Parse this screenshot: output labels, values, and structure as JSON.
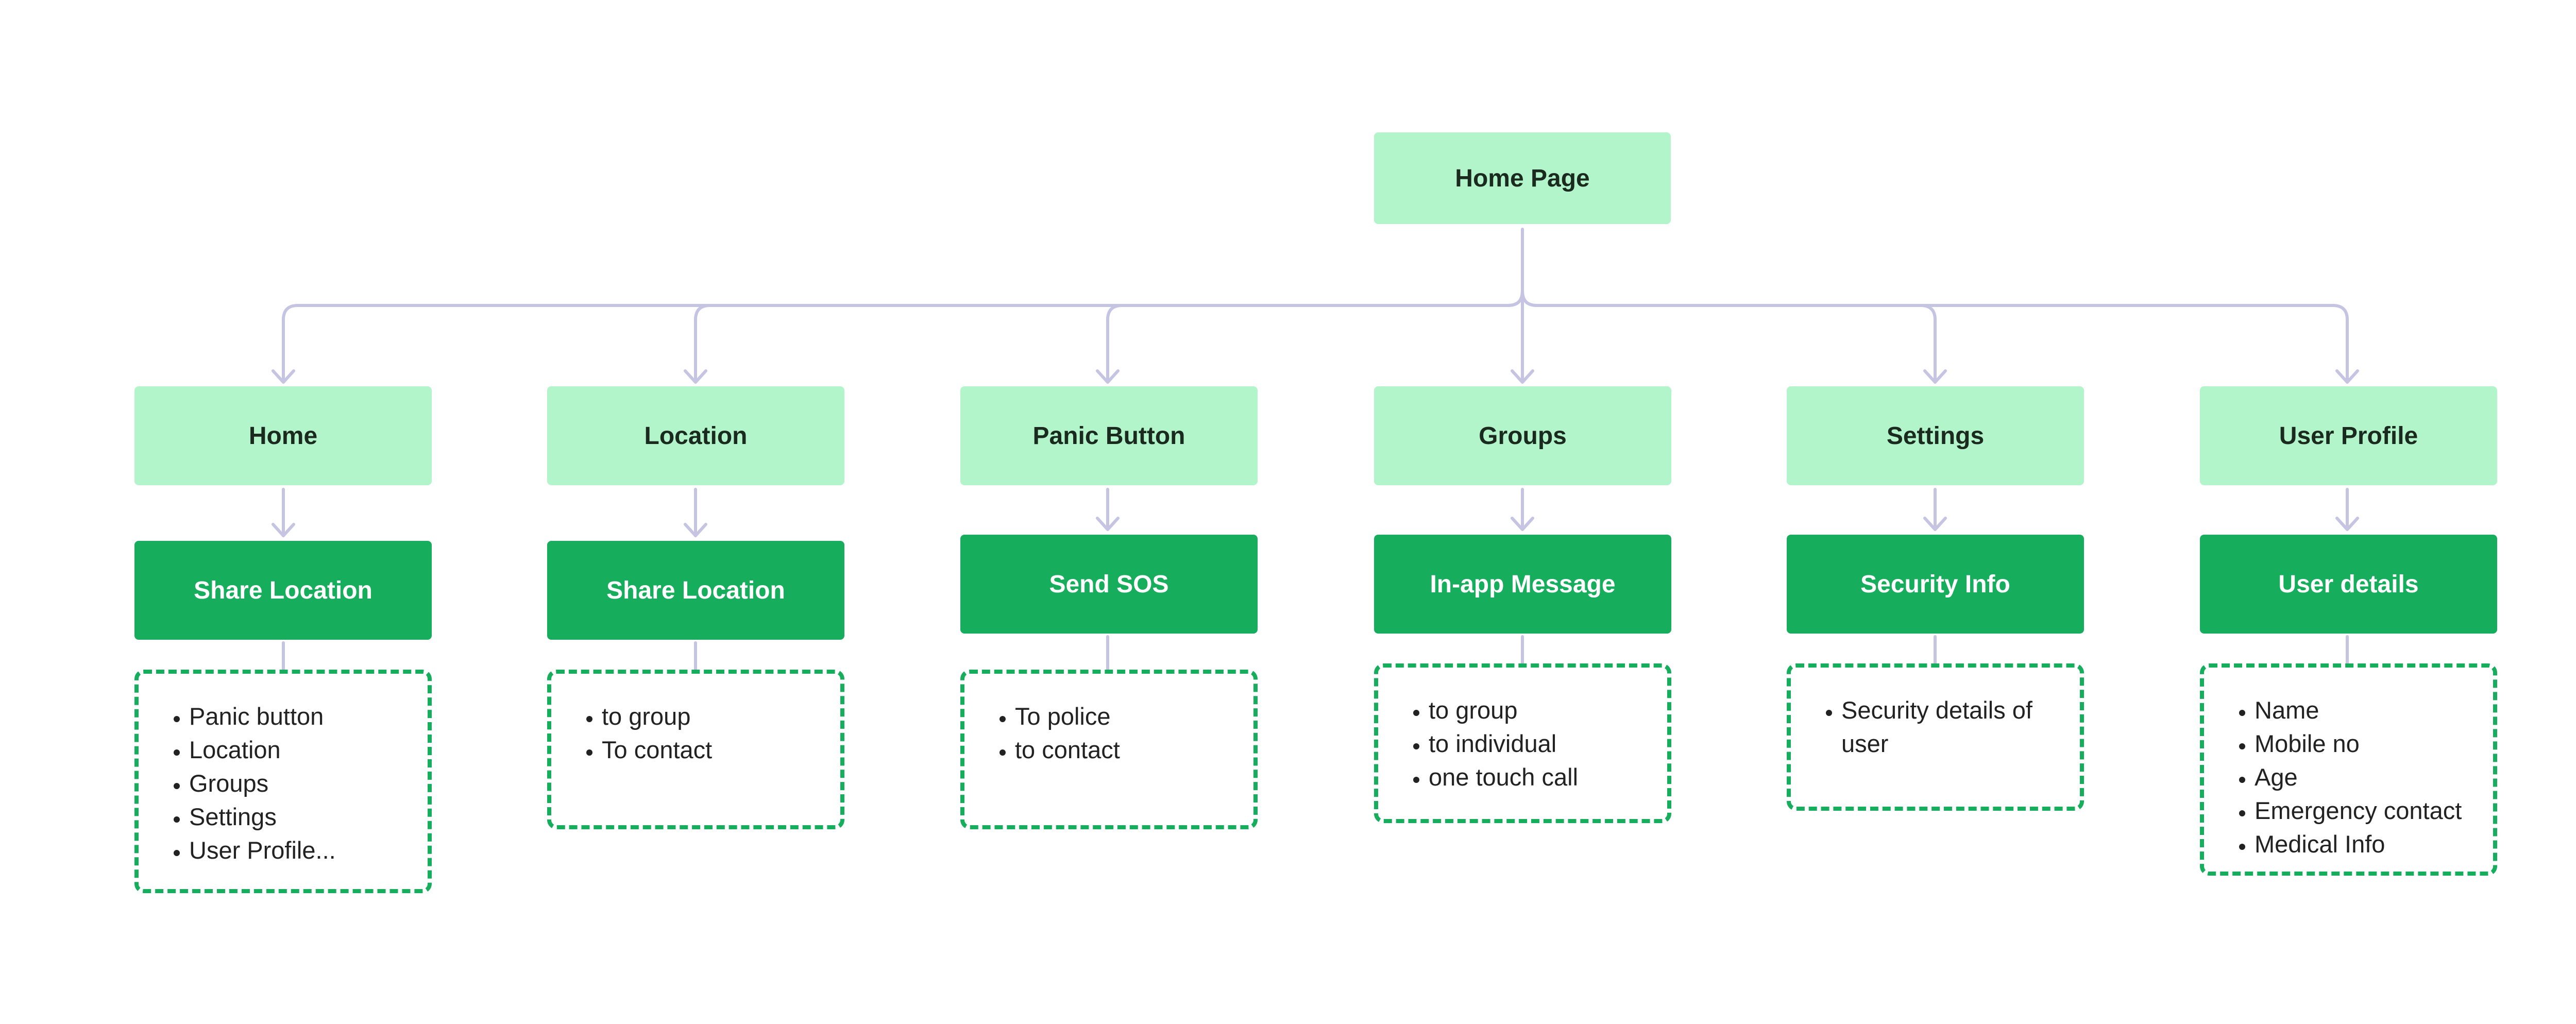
{
  "root": {
    "label": "Home Page"
  },
  "columns": [
    {
      "section": "Home",
      "feature": "Share Location",
      "details": [
        "Panic button",
        "Location",
        "Groups",
        "Settings",
        "User Profile..."
      ]
    },
    {
      "section": "Location",
      "feature": "Share Location",
      "details": [
        " to group",
        "To contact"
      ]
    },
    {
      "section": "Panic Button",
      "feature": "Send SOS",
      "details": [
        "To police",
        "to contact"
      ]
    },
    {
      "section": "Groups",
      "feature": "In-app Message",
      "details": [
        "to group",
        "to individual",
        "one touch call"
      ]
    },
    {
      "section": "Settings",
      "feature": "Security Info",
      "details": [
        "Security details of user"
      ]
    },
    {
      "section": "User Profile",
      "feature": "User details",
      "details": [
        "Name",
        "Mobile no",
        "Age",
        "Emergency contact",
        "Medical Info"
      ]
    }
  ],
  "colors": {
    "section_fill": "#b2f5ca",
    "feature_fill": "#16ad5c",
    "dashed_border": "#16ad5c",
    "connector": "#c5c4e2"
  }
}
